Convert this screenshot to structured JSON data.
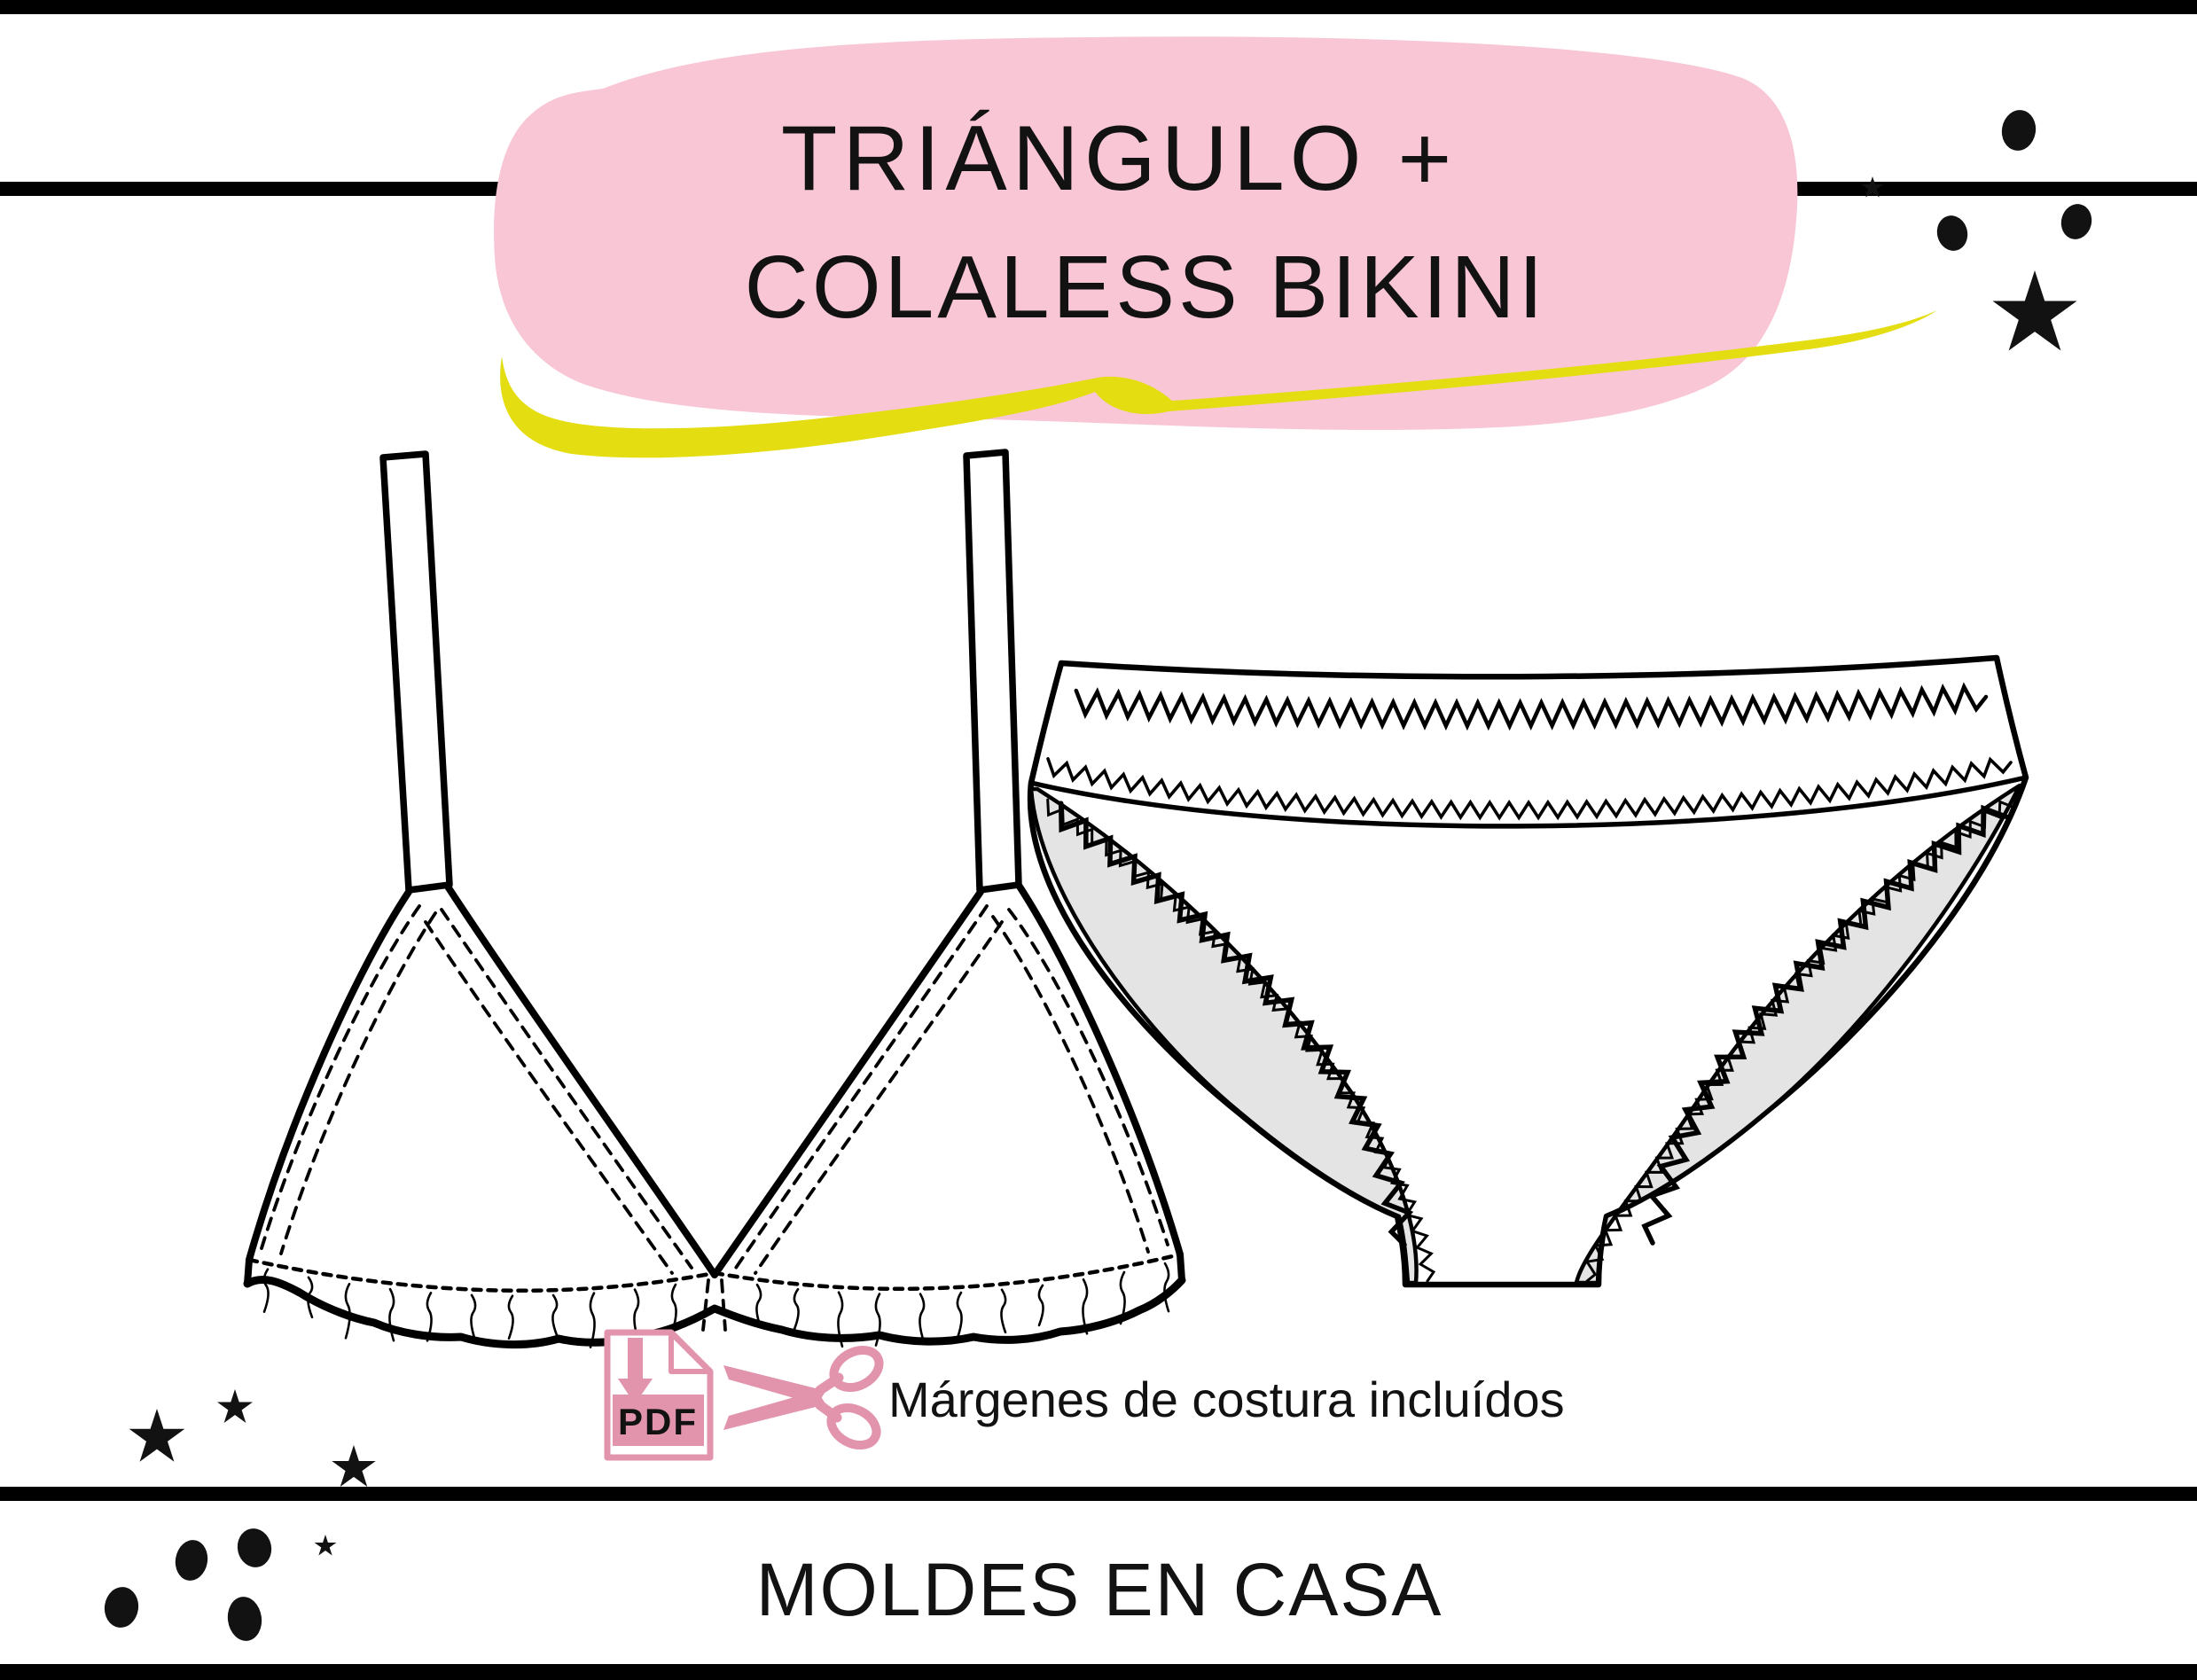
{
  "title": {
    "line1": "TRIÁNGULO +",
    "line2": "COLALESS BIKINI"
  },
  "note": {
    "label": "Márgenes de costura incluídos"
  },
  "pdf_badge": {
    "label": "PDF"
  },
  "brand": {
    "name": "MOLDES EN CASA"
  },
  "colors": {
    "blob_pink": "#f8c6d4",
    "accent_yellow": "#e3dd12",
    "icon_pink": "#e294ad",
    "ink": "#121212",
    "shade_gray": "#e4e4e4",
    "line_black": "#000000",
    "paper": "#ffffff"
  },
  "icons": {
    "pdf": "pdf-download-icon",
    "scissors": "scissors-icon",
    "star": "star-icon",
    "dot": "ink-dot-icon",
    "stitch": "zigzag-stitch"
  },
  "illustrations": {
    "left": "triangle-bikini-top-technical-flat",
    "right": "colaless-bikini-bottom-technical-flat"
  }
}
